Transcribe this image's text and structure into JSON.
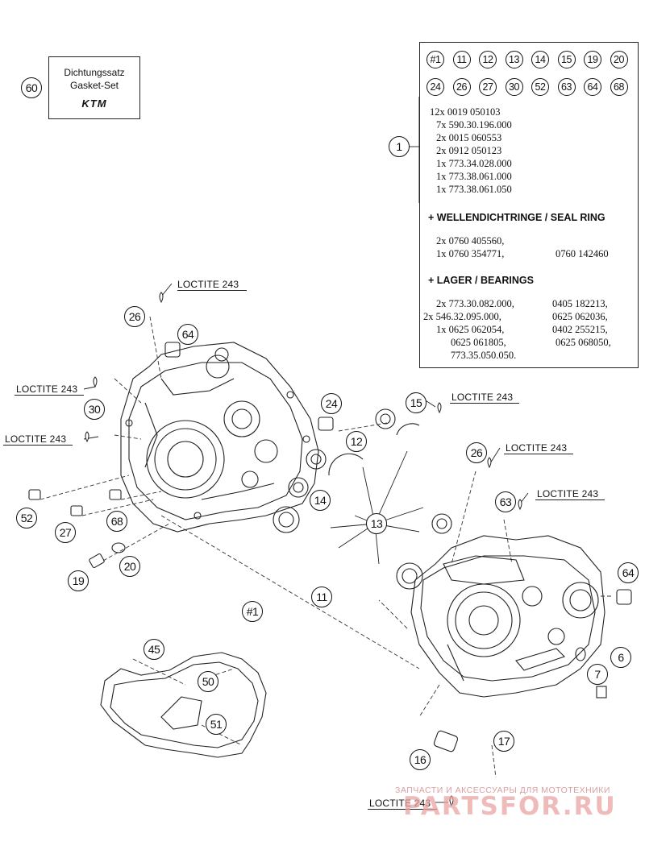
{
  "gasket_set": {
    "callout": "60",
    "line1": "Dichtungssatz",
    "line2": "Gasket-Set",
    "logo_text": "KTM"
  },
  "kit": {
    "callout": "1",
    "includes_row1": [
      "#1",
      "11",
      "12",
      "13",
      "14",
      "15",
      "19",
      "20"
    ],
    "includes_row2": [
      "24",
      "26",
      "27",
      "30",
      "52",
      "63",
      "64",
      "68"
    ],
    "parts": [
      "12x 0019 050103",
      "7x 590.30.196.000",
      "2x 0015 060553",
      "2x 0912 050123",
      "1x 773.34.028.000",
      "1x 773.38.061.000",
      "1x 773.38.061.050"
    ],
    "seal_heading": "+ WELLENDICHTRINGE /  SEAL RING",
    "seal_line1": "2x 0760 405560,",
    "seal_line2a": "1x 0760 354771,",
    "seal_line2b": "0760 142460",
    "bearing_heading": "+ LAGER / BEARINGS",
    "bearing_left": [
      "2x 773.30.082.000,",
      "2x 546.32.095.000,",
      "1x 0625 062054,",
      "0625 061805,",
      "773.35.050.050."
    ],
    "bearing_right": [
      "0405 182213,",
      "0625 062036,",
      "0402 255215,",
      "0625 068050,"
    ]
  },
  "loctite": {
    "label": "LOCTITE 243"
  },
  "callouts": {
    "c26a": "26",
    "c64a": "64",
    "c30": "30",
    "c52": "52",
    "c27": "27",
    "c68": "68",
    "c20": "20",
    "c19": "19",
    "c24": "24",
    "c15": "15",
    "c12": "12",
    "c14": "14",
    "c13": "13",
    "c11": "11",
    "c1": "#1",
    "c45": "45",
    "c50": "50",
    "c51": "51",
    "c26b": "26",
    "c63": "63",
    "c64b": "64",
    "c6": "6",
    "c7": "7",
    "c16": "16",
    "c17": "17"
  },
  "watermark": {
    "line1": "ЗАПЧАСТИ И АКСЕССУАРЫ ДЛЯ МОТОТЕХНИКИ",
    "line2": "PARTSFOR.RU"
  }
}
